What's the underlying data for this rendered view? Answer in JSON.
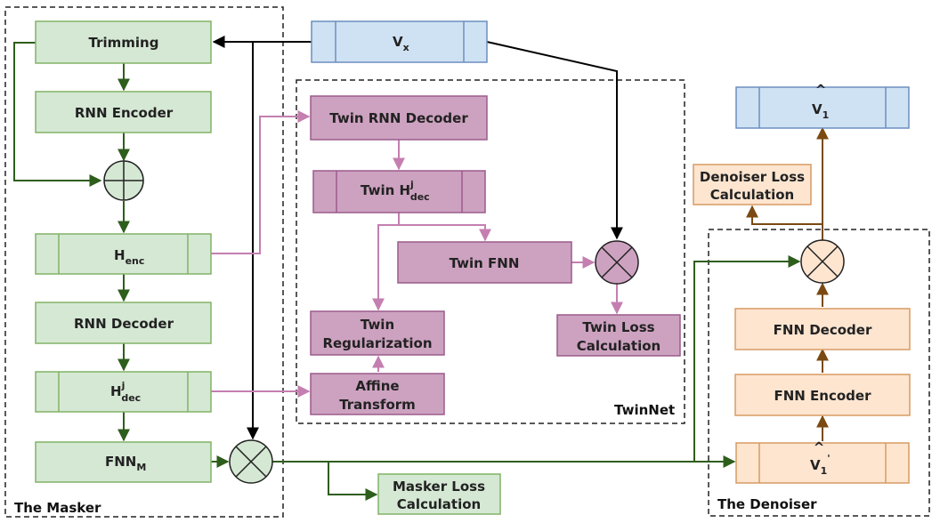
{
  "colors": {
    "green_fill": "#d5e8d4",
    "green_stroke": "#82b366",
    "green_arrow": "#2e5e1c",
    "pink_fill": "#cda2c0",
    "pink_stroke": "#9c5b8c",
    "pink_arrow": "#c47fb0",
    "blue_fill": "#cfe2f3",
    "blue_stroke": "#6c8ebf",
    "peach_fill": "#fde5d0",
    "peach_stroke": "#d79b63",
    "brown_arrow": "#7a4a12",
    "black_arrow": "#000000"
  },
  "groups": {
    "masker": "The Masker",
    "twinnet": "TwinNet",
    "denoiser": "The Denoiser"
  },
  "masker": {
    "trimming": "Trimming",
    "rnn_encoder": "RNN Encoder",
    "h_enc_main": "H",
    "h_enc_sub": "enc",
    "rnn_decoder": "RNN Decoder",
    "h_dec_main": "H",
    "h_dec_sup": "j",
    "h_dec_sub": "dec",
    "fnn_main": "FNN",
    "fnn_sub": "M",
    "masker_loss_line1": "Masker Loss",
    "masker_loss_line2": "Calculation"
  },
  "input": {
    "vx_main": "V",
    "vx_sub": "x"
  },
  "twinnet": {
    "twin_rnn_decoder": "Twin RNN Decoder",
    "twin_h_main": "Twin H",
    "twin_h_sup": "j",
    "twin_h_sub": "dec",
    "twin_fnn": "Twin  FNN",
    "twin_reg_line1": "Twin",
    "twin_reg_line2": "Regularization",
    "affine_line1": "Affine",
    "affine_line2": "Transform",
    "twin_loss_line1": "Twin  Loss",
    "twin_loss_line2": "Calculation"
  },
  "denoiser": {
    "v1_hat_main": "V",
    "v1_hat_sub": "1",
    "denoiser_loss_line1": "Denoiser Loss",
    "denoiser_loss_line2": "Calculation",
    "fnn_decoder": "FNN Decoder",
    "fnn_encoder": "FNN Encoder",
    "v1_prime_main": "V",
    "v1_prime_sub": "1",
    "v1_prime_mark": "'"
  }
}
